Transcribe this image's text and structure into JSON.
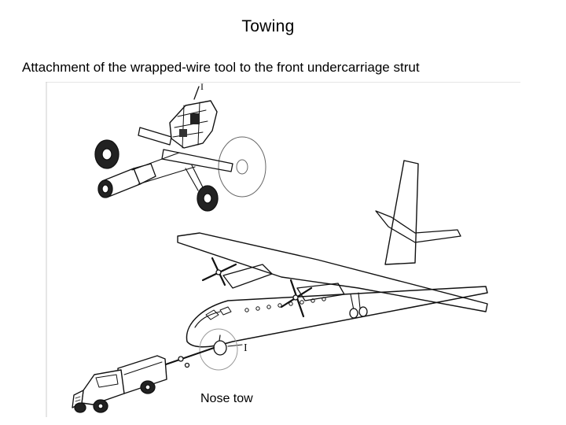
{
  "slide": {
    "title": "Towing",
    "subtitle": "Attachment of the wrapped-wire tool to the front undercarriage strut",
    "caption": "Nose tow"
  },
  "illustration": {
    "callouts": {
      "top": "I",
      "nose": "I"
    }
  }
}
